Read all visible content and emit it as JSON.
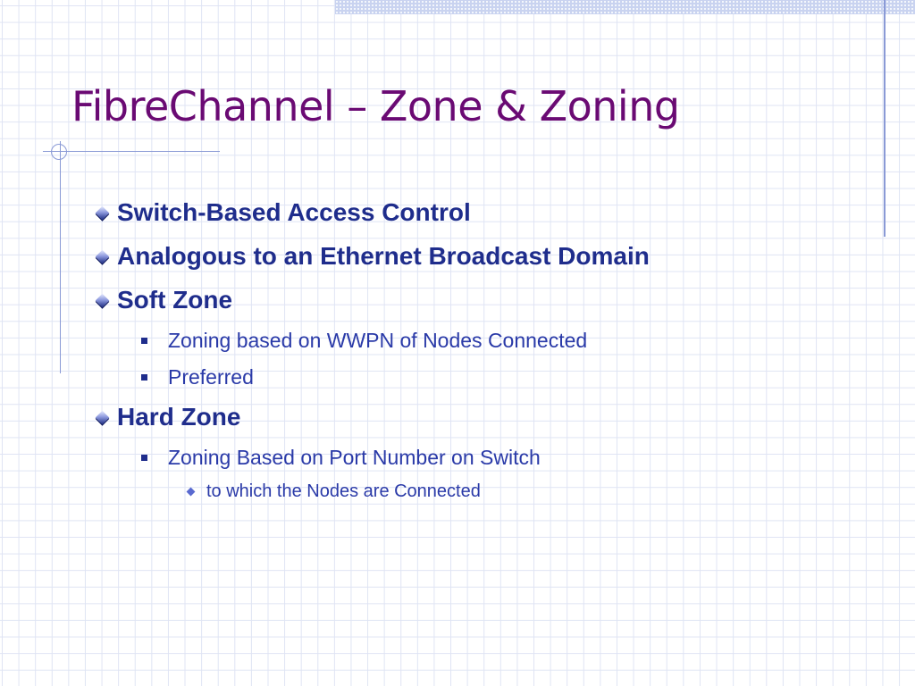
{
  "slide": {
    "title": "FibreChannel – Zone & Zoning",
    "bullets": [
      {
        "level": 1,
        "text": "Switch-Based Access Control"
      },
      {
        "level": 1,
        "text": "Analogous to an Ethernet Broadcast Domain"
      },
      {
        "level": 1,
        "text": "Soft Zone"
      },
      {
        "level": 2,
        "text": "Zoning based on WWPN of Nodes Connected"
      },
      {
        "level": 2,
        "text": "Preferred"
      },
      {
        "level": 1,
        "text": "Hard Zone"
      },
      {
        "level": 2,
        "text": "Zoning Based on Port Number on Switch"
      },
      {
        "level": 3,
        "text": "to which the Nodes are Connected"
      }
    ]
  },
  "colors": {
    "title": "#6a0a73",
    "body": "#1f2d8c",
    "grid": "#dfe4f4",
    "accent": "#8a9ad6"
  },
  "icons": {
    "level1": "diamond-bullet-icon",
    "level2": "square-bullet-icon",
    "level3": "small-diamond-bullet-icon"
  }
}
